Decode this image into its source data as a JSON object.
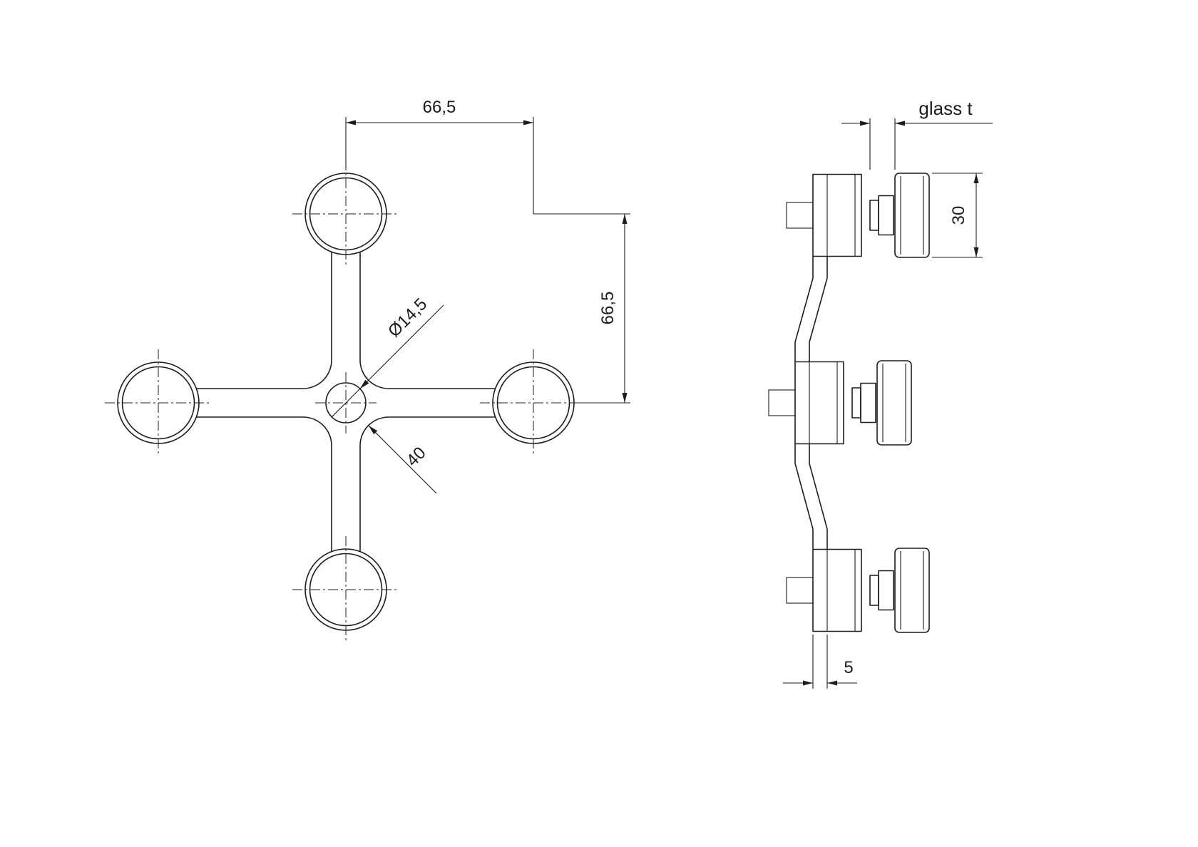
{
  "meta": {
    "line_color": "#1d1d1b",
    "background_color": "#ffffff"
  },
  "front_view": {
    "dim_width": "66,5",
    "dim_height": "66,5",
    "dim_hole": "Ø14,5",
    "dim_arm": "40"
  },
  "side_view": {
    "dim_glass": "glass t",
    "dim_head": "30",
    "dim_plate": "5"
  }
}
